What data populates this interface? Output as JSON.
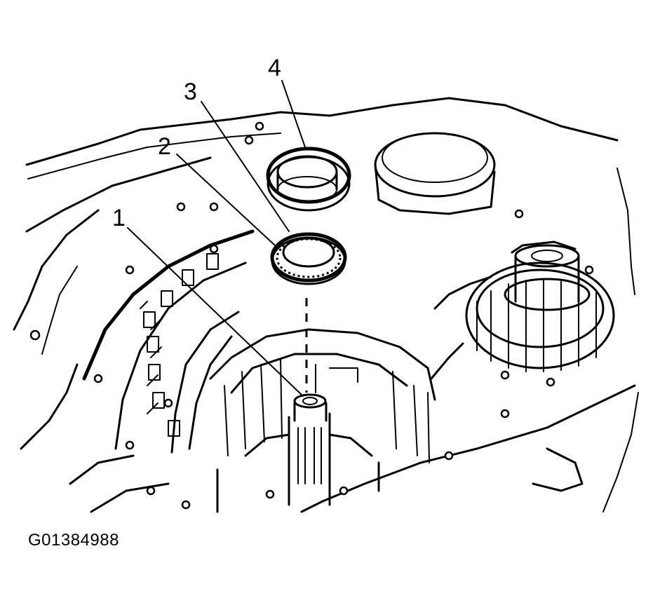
{
  "figure_id": "G01384988",
  "callouts": [
    {
      "label": "1"
    },
    {
      "label": "2"
    },
    {
      "label": "3"
    },
    {
      "label": "4"
    }
  ]
}
